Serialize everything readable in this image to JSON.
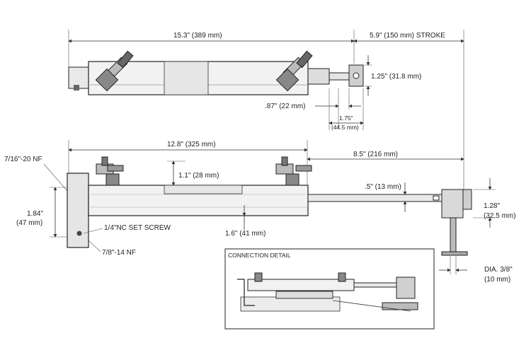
{
  "top_view": {
    "overall_length": "15.3\" (389 mm)",
    "stroke": "5.9\" (150 mm) STROKE",
    "rod_end_height": "1.25\" (31.8 mm)",
    "rod_end_offset": ".87\" (22 mm)",
    "rod_end_width_in": "1.75\"",
    "rod_end_width_mm": "(44.5 mm)"
  },
  "side_view": {
    "body_length": "12.8\" (325 mm)",
    "rod_extension": "8.5\" (216 mm)",
    "thread_upper": "7/16\"-20 NF",
    "mount_height_in": "1.84\"",
    "mount_height_mm": "(47 mm)",
    "port_height": "1.1\" (28 mm)",
    "rod_offset": ".5\" (13 mm)",
    "set_screw": "1/4\"NC SET SCREW",
    "thread_lower": "7/8\"-14 NF",
    "body_diameter": "1.6\" (41 mm)",
    "bracket_height_in": "1.28\"",
    "bracket_height_mm": "(32.5 mm)",
    "pin_dia": "DIA. 3/8\"",
    "pin_dia_mm": "(10 mm)"
  },
  "detail": {
    "title": "CONNECTION DETAIL"
  }
}
